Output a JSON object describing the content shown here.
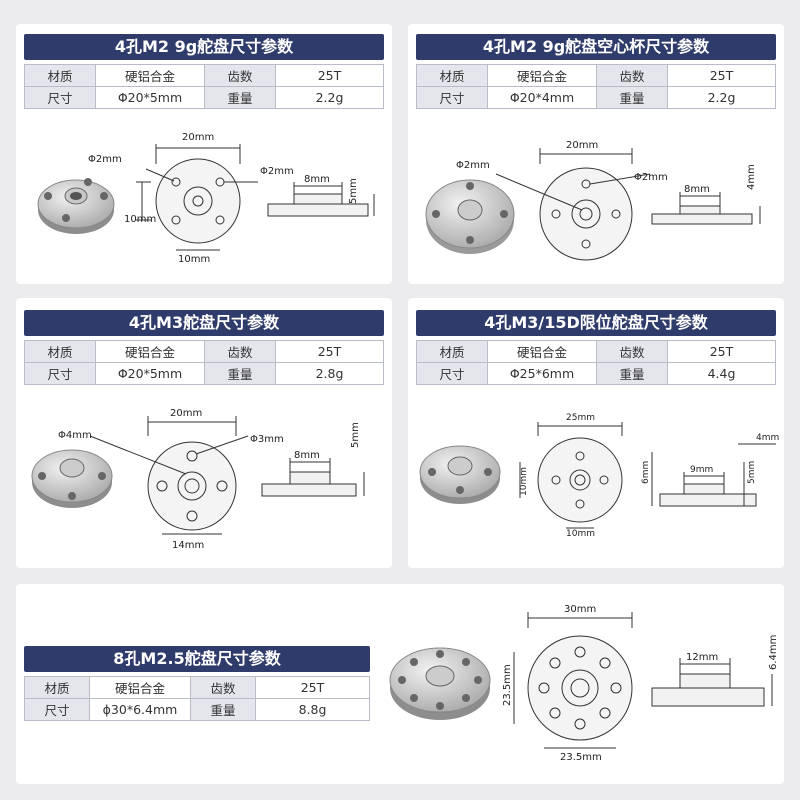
{
  "labels": {
    "material": "材质",
    "size": "尺寸",
    "teeth": "齿数",
    "weight": "重量"
  },
  "panels": [
    {
      "title": "4孔M2 9g舵盘尺寸参数",
      "material": "硬铝合金",
      "teeth": "25T",
      "size": "Φ20*5mm",
      "weight": "2.2g",
      "dims": {
        "width": "20mm",
        "hole_a": "Φ2mm",
        "hole_b": "Φ2mm",
        "height": "10mm",
        "bottom": "10mm",
        "side_width": "8mm",
        "thickness": "5mm"
      }
    },
    {
      "title": "4孔M2 9g舵盘空心杯尺寸参数",
      "material": "硬铝合金",
      "teeth": "25T",
      "size": "Φ20*4mm",
      "weight": "2.2g",
      "dims": {
        "width": "20mm",
        "hole_a": "Φ2mm",
        "hole_b": "Φ2mm",
        "side_width": "8mm",
        "thickness": "4mm"
      }
    },
    {
      "title": "4孔M3舵盘尺寸参数",
      "material": "硬铝合金",
      "teeth": "25T",
      "size": "Φ20*5mm",
      "weight": "2.8g",
      "dims": {
        "width": "20mm",
        "hole_a": "Φ4mm",
        "hole_b": "Φ3mm",
        "bottom": "14mm",
        "side_width": "8mm",
        "thickness": "5mm"
      }
    },
    {
      "title": "4孔M3/15D限位舵盘尺寸参数",
      "material": "硬铝合金",
      "teeth": "25T",
      "size": "Φ25*6mm",
      "weight": "4.4g",
      "dims": {
        "width": "25mm",
        "height": "10mm",
        "bottom": "10mm",
        "side_width": "9mm",
        "thickness": "5mm",
        "total": "6mm",
        "top": "4mm"
      }
    },
    {
      "title": "8孔M2.5舵盘尺寸参数",
      "material": "硬铝合金",
      "teeth": "25T",
      "size": "ϕ30*6.4mm",
      "weight": "8.8g",
      "dims": {
        "width": "30mm",
        "height": "23.5mm",
        "bottom": "23.5mm",
        "side_width": "12mm",
        "thickness": "6.4mm"
      }
    }
  ]
}
